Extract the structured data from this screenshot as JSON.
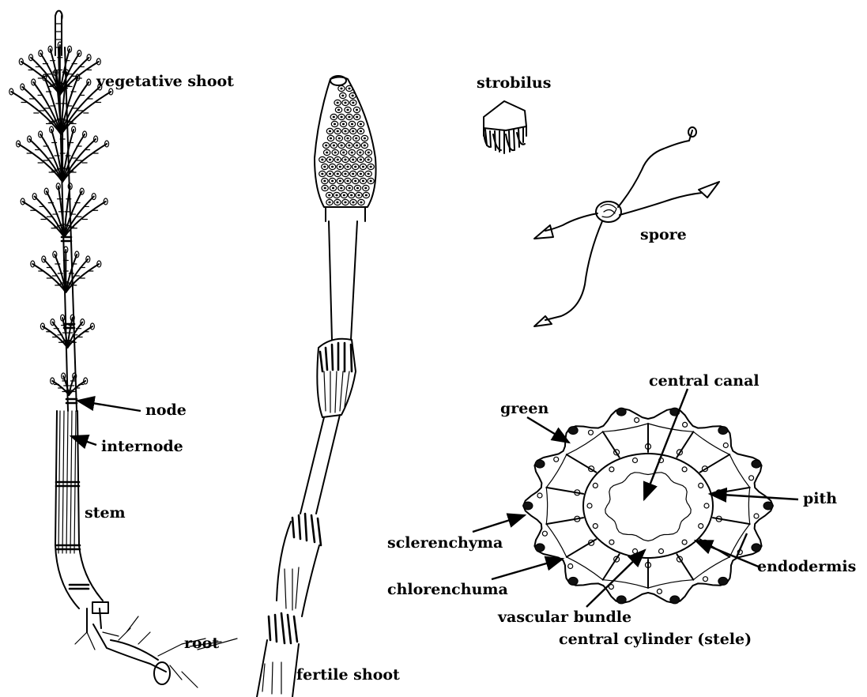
{
  "labels": {
    "vegetative_shoot": "vegetative shoot",
    "strobilus": "strobilus",
    "spore": "spore",
    "node": "node",
    "internode": "internode",
    "stem": "stem",
    "root": "root",
    "fertile_shoot": "fertile shoot",
    "central_canal": "central canal",
    "green": "green",
    "pith": "pith",
    "sclerenchyma": "sclerenchyma",
    "endodermis": "endodermis",
    "chlorenchuma": "chlorenchuma",
    "vascular_bundle": "vascular bundle",
    "central_cylinder": "central cylinder (stele)"
  },
  "colors": {
    "ink": "#000000",
    "background": "#ffffff"
  }
}
